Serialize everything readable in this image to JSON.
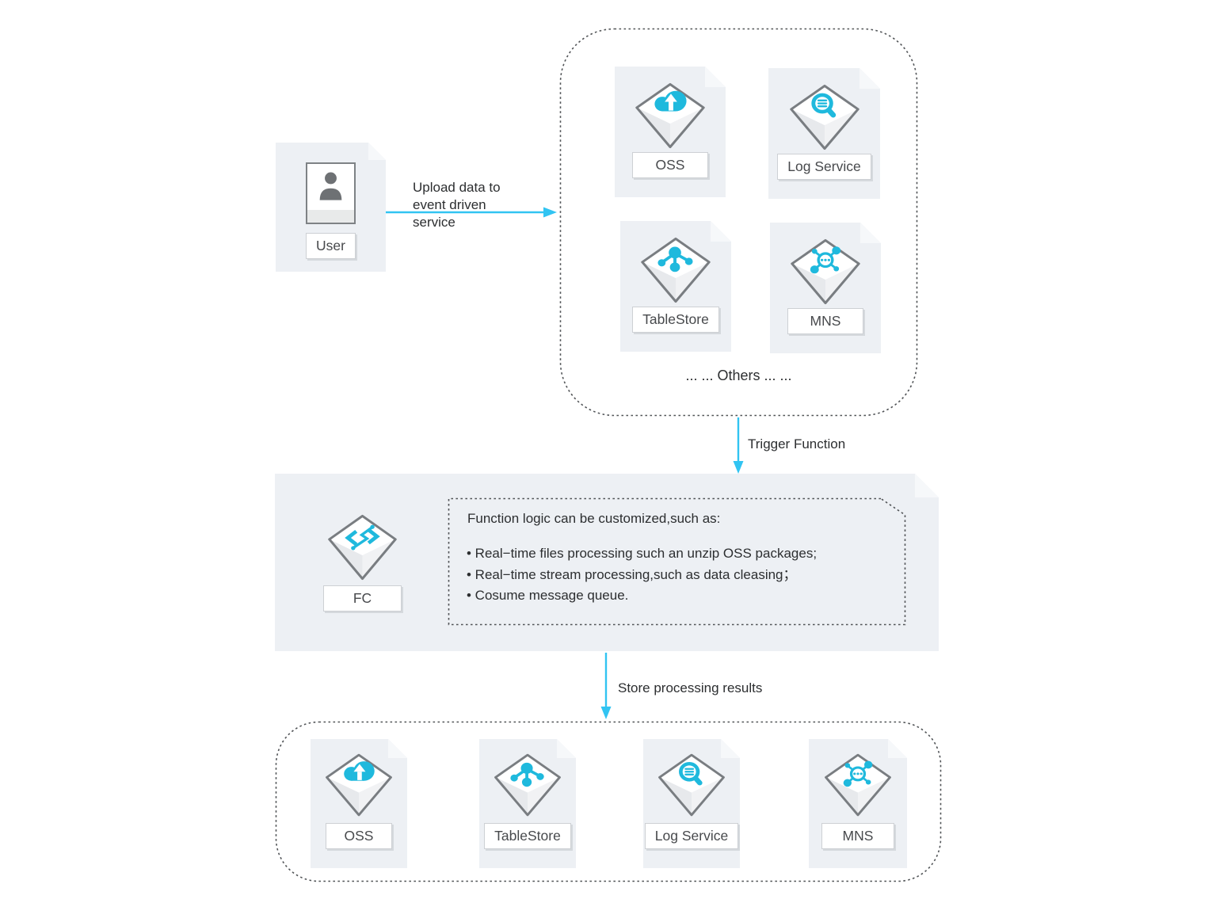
{
  "user": {
    "label": "User"
  },
  "arrows": {
    "upload": "Upload data to\nevent driven\nservice",
    "trigger": "Trigger Function",
    "store": "Store processing results"
  },
  "event_sources": {
    "others": "... ... Others ... ...",
    "items": [
      {
        "label": "OSS",
        "icon": "oss-icon"
      },
      {
        "label": "Log Service",
        "icon": "log-service-icon"
      },
      {
        "label": "TableStore",
        "icon": "tablestore-icon"
      },
      {
        "label": "MNS",
        "icon": "mns-icon"
      }
    ]
  },
  "fc": {
    "label": "FC",
    "icon": "function-compute-icon",
    "note": {
      "title": "Function logic can be customized,such as:",
      "bullets": [
        "• Real−time files processing such an unzip OSS packages;",
        "• Real−time stream processing,such as data cleasing；",
        "• Cosume message queue."
      ]
    }
  },
  "result_stores": {
    "items": [
      {
        "label": "OSS",
        "icon": "oss-icon"
      },
      {
        "label": "TableStore",
        "icon": "tablestore-icon"
      },
      {
        "label": "Log Service",
        "icon": "log-service-icon"
      },
      {
        "label": "MNS",
        "icon": "mns-icon"
      }
    ]
  },
  "colors": {
    "icon_cyan": "#1fb9dd",
    "arrow_cyan": "#31c4f2",
    "card_bg": "#edf0f4",
    "dash_gray": "#515457",
    "hex_stroke": "#797d81",
    "label_border": "#cdd0d4",
    "label_text": "#47494c",
    "body_text": "#2c2e30",
    "person_gray": "#6e7174"
  }
}
